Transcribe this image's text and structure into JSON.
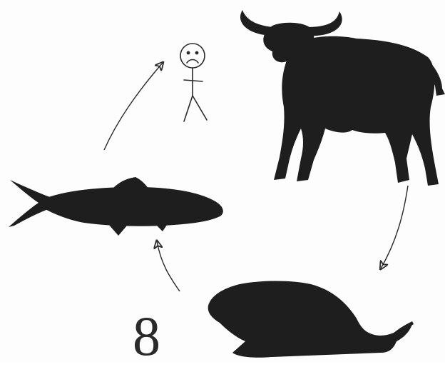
{
  "figure_number": "8",
  "colors": {
    "silhouette": "#1e1e1e",
    "line": "#2a2a2a",
    "background": "#fdfdfd"
  },
  "cycle": [
    {
      "from": "buffalo",
      "to": "snail"
    },
    {
      "from": "snail",
      "to": "fish"
    },
    {
      "from": "fish",
      "to": "human"
    }
  ],
  "icons": [
    "buffalo-icon",
    "snail-icon",
    "fish-icon",
    "sad-stick-figure-icon",
    "arrow-icon"
  ]
}
